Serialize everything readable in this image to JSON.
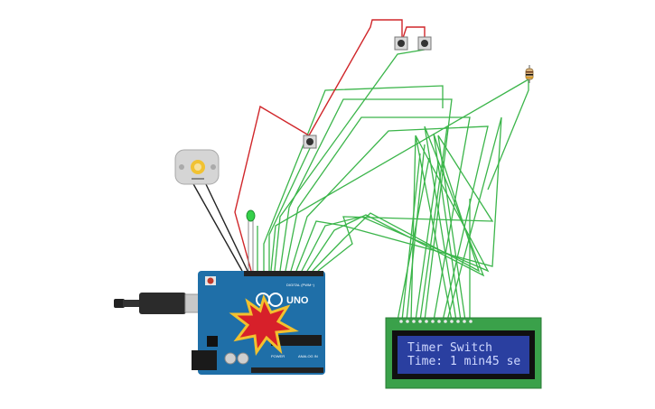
{
  "arduino": {
    "model_label": "UNO",
    "digital_label": "DIGITAL (PWM~)",
    "analog_label": "ANALOG IN",
    "power_label": "POWER",
    "board_color": "#1f6fa8"
  },
  "lcd": {
    "line1": "Timer Switch",
    "line2": "Time: 1 min45 se",
    "screen_color": "#2a3fa0",
    "board_color": "#3aa14a"
  },
  "components": {
    "motor": "dc-motor",
    "led_color": "#35d04a",
    "buttons": 3,
    "resistor": "resistor"
  },
  "wires": {
    "green": "#3bb54a",
    "red": "#d0262a",
    "black": "#222222"
  }
}
